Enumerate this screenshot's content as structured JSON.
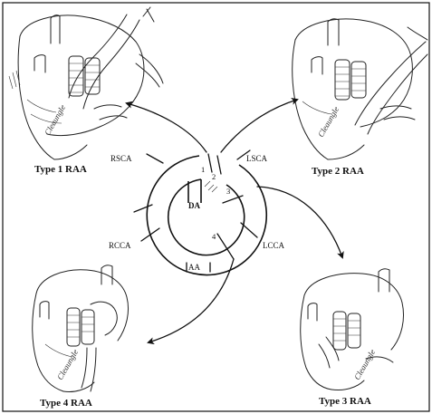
{
  "diagram": {
    "vessels": {
      "rsca": "RSCA",
      "lsca": "LSCA",
      "rcca": "RCCA",
      "lcca": "LCCA",
      "aa": "AA",
      "da": "DA"
    },
    "division_numbers": [
      "1",
      "2",
      "3",
      "4"
    ],
    "panels": {
      "type1": "Type 1 RAA",
      "type2": "Type 2 RAA",
      "type3": "Type 3 RAA",
      "type4": "Type 4 RAA"
    },
    "artist_signature": "Cleaungle"
  }
}
